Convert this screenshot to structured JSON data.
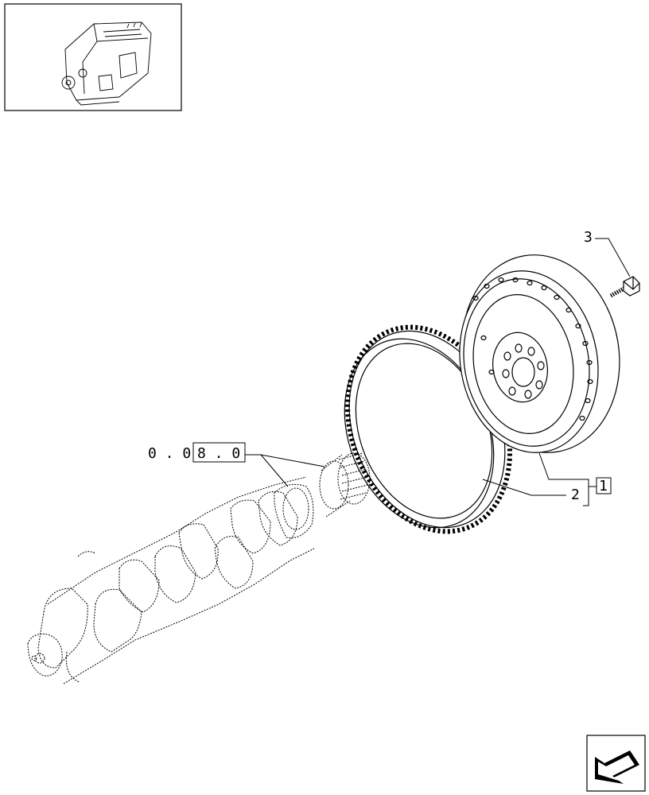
{
  "callouts": {
    "ref_prefix": "0 . 0",
    "ref_boxed": "8 . 0",
    "item_3": "3",
    "item_2": "2",
    "item_1": "1"
  },
  "colors": {
    "line": "#000000",
    "background": "#ffffff"
  },
  "icons": {
    "thumbnail": "engine-thumbnail-icon",
    "nav": "next-page-arrow-icon"
  }
}
